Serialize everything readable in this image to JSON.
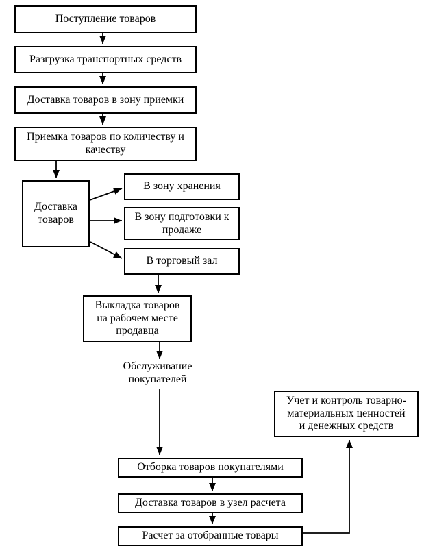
{
  "diagram": {
    "type": "flowchart",
    "language": "ru",
    "colors": {
      "line": "#000000",
      "box_border": "#000000",
      "box_fill": "#ffffff",
      "background": "#ffffff",
      "text": "#000000"
    }
  },
  "nodes": {
    "receipt": {
      "label": "Поступление товаров"
    },
    "unloading": {
      "label": "Разгрузка транспортных средств"
    },
    "delivery_acceptance": {
      "label": "Доставка товаров в зону приемки"
    },
    "acceptance": {
      "label": "Приемка товаров по количеству и\nкачеству"
    },
    "delivery": {
      "label": "Доставка\nтоваров"
    },
    "storage_zone": {
      "label": "В зону хранения"
    },
    "prep_zone": {
      "label": "В зону подготовки к\nпродаже"
    },
    "sales_floor": {
      "label": "В торговый зал"
    },
    "display": {
      "label": "Выкладка товаров\nна рабочем месте\nпродавца"
    },
    "service": {
      "label": "Обслуживание\nпокупателей"
    },
    "selection": {
      "label": "Отборка товаров покупателями"
    },
    "checkout_delivery": {
      "label": "Доставка товаров в узел расчета"
    },
    "payment": {
      "label": "Расчет за отобранные товары"
    },
    "accounting": {
      "label": "Учет и контроль товарно-\nматериальных ценностей\nи денежных средств"
    }
  },
  "edges": [
    {
      "from": "receipt",
      "to": "unloading"
    },
    {
      "from": "unloading",
      "to": "delivery_acceptance"
    },
    {
      "from": "delivery_acceptance",
      "to": "acceptance"
    },
    {
      "from": "acceptance",
      "to": "delivery"
    },
    {
      "from": "delivery",
      "to": "storage_zone"
    },
    {
      "from": "delivery",
      "to": "prep_zone"
    },
    {
      "from": "delivery",
      "to": "sales_floor"
    },
    {
      "from": "sales_floor",
      "to": "display"
    },
    {
      "from": "display",
      "to": "service"
    },
    {
      "from": "service",
      "to": "selection"
    },
    {
      "from": "selection",
      "to": "checkout_delivery"
    },
    {
      "from": "checkout_delivery",
      "to": "payment"
    },
    {
      "from": "payment",
      "to": "accounting"
    }
  ]
}
